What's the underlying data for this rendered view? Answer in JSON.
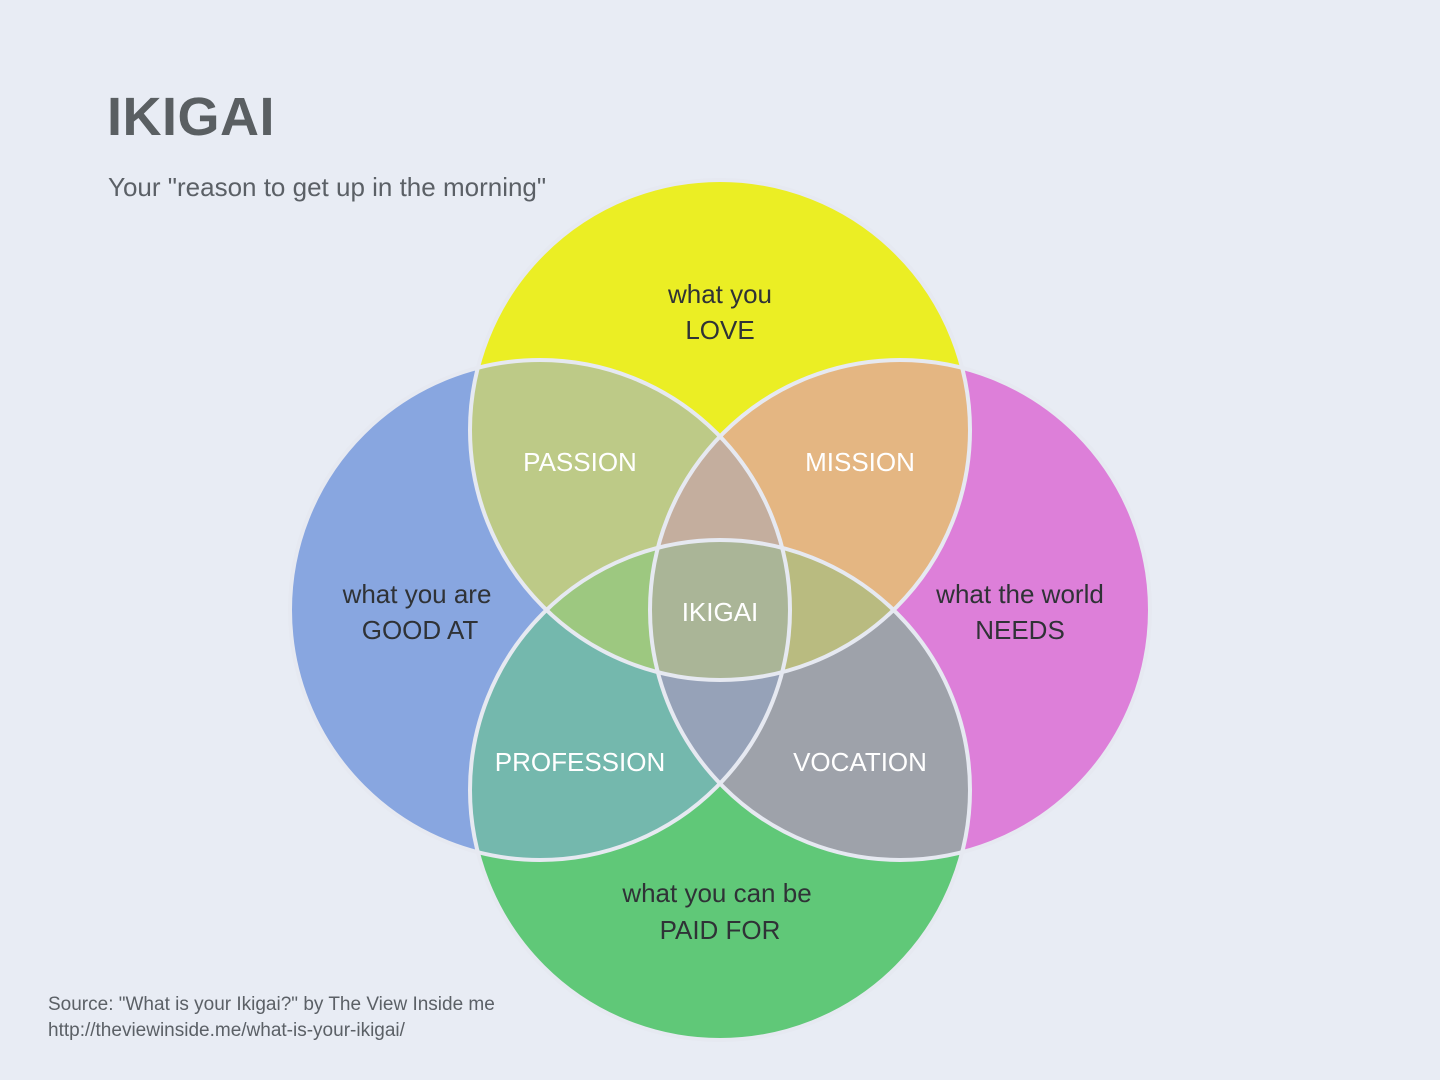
{
  "header": {
    "title": "IKIGAI",
    "subtitle": "Your \"reason to get up in the morning\""
  },
  "diagram": {
    "sets": [
      {
        "id": "love",
        "line1": "what you",
        "line2": "LOVE",
        "color": "#ebee24"
      },
      {
        "id": "good_at",
        "line1": "what you are",
        "line2": "GOOD AT",
        "color": "#88a6e0"
      },
      {
        "id": "needs",
        "line1": "what the world",
        "line2": "NEEDS",
        "color": "#dd7fd9"
      },
      {
        "id": "paid",
        "line1": "what you can be",
        "line2": "PAID FOR",
        "color": "#60c878"
      }
    ],
    "intersections": {
      "passion": {
        "label": "PASSION",
        "color": "#bdca87"
      },
      "mission": {
        "label": "MISSION",
        "color": "#e4b682"
      },
      "profession": {
        "label": "PROFESSION",
        "color": "#74b8ad"
      },
      "vocation": {
        "label": "VOCATION",
        "color": "#9ea2aa"
      },
      "ikigai": {
        "label": "IKIGAI",
        "color": "#aab597"
      }
    },
    "triple_colors": {
      "love_good_needs": "#c4ae9e",
      "love_good_paid": "#9dc880",
      "love_needs_paid": "#b9bb80",
      "good_needs_paid": "#96a2b8"
    },
    "stroke_color": "#e6e9f1"
  },
  "footer": {
    "source_line1": "Source: \"What is your Ikigai?\" by The View Inside me",
    "source_line2": "http://theviewinside.me/what-is-your-ikigai/"
  }
}
